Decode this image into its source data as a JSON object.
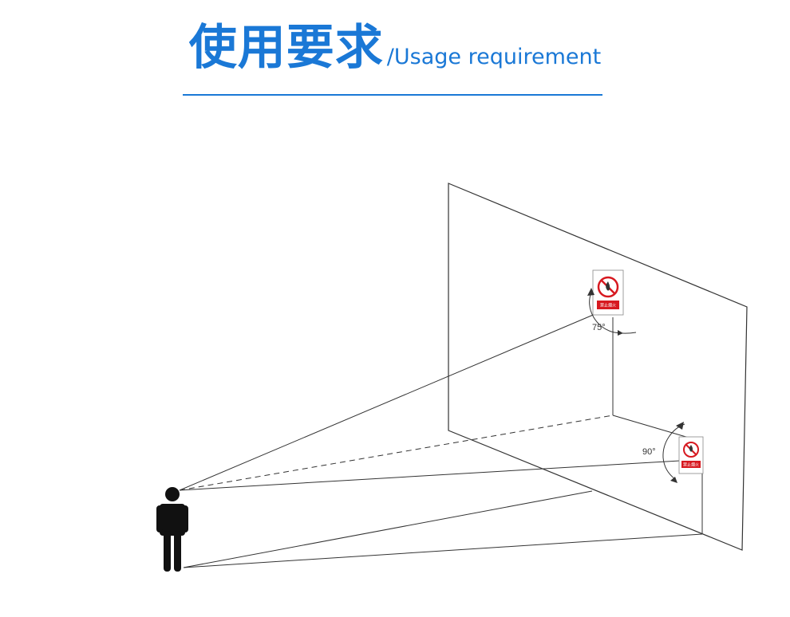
{
  "header": {
    "title_zh": "使用要求",
    "title_en": "/Usage requirement"
  },
  "diagram": {
    "angle_top": "75°",
    "angle_bottom": "90°",
    "sign_top_text": "禁止烟火",
    "sign_bottom_text": "禁止烟火",
    "colors": {
      "accent": "#1a78d6",
      "sign_red": "#d71920",
      "line": "#333333",
      "figure": "#111111"
    },
    "icons": [
      "no-fire-sign-icon",
      "person-icon"
    ]
  }
}
